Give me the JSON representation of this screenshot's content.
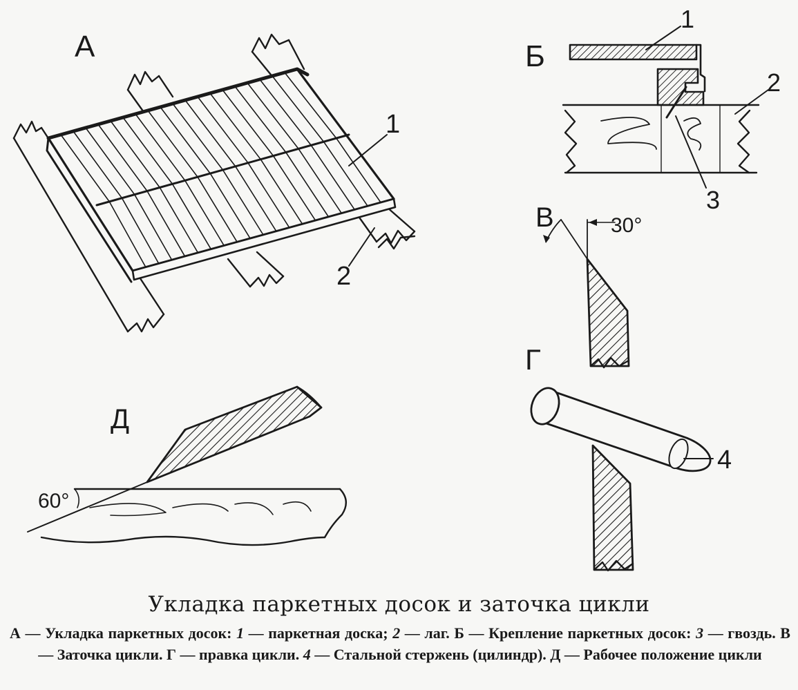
{
  "labels": {
    "fig_a": "А",
    "fig_b": "Б",
    "fig_v": "В",
    "fig_g": "Г",
    "fig_d": "Д",
    "a_num1": "1",
    "a_num2": "2",
    "b_num1": "1",
    "b_num2": "2",
    "b_num3": "3",
    "g_num4": "4",
    "angle_30": "30°",
    "angle_60": "60°"
  },
  "caption": {
    "title": "Укладка паркетных досок и заточка цикли",
    "seg_a": "А — Укладка паркетных досок: ",
    "n1": "1",
    "seg_1": " — паркетная доска; ",
    "n2": "2",
    "seg_2": " — лаг. Б — Крепление паркетных досок: ",
    "n3": "3",
    "seg_3": " — гвоздь. В — Заточка цикли. Г — правка цикли. ",
    "n4": "4",
    "seg_4": " — Стальной стержень (цилиндр). Д — Рабочее положение цикли"
  }
}
